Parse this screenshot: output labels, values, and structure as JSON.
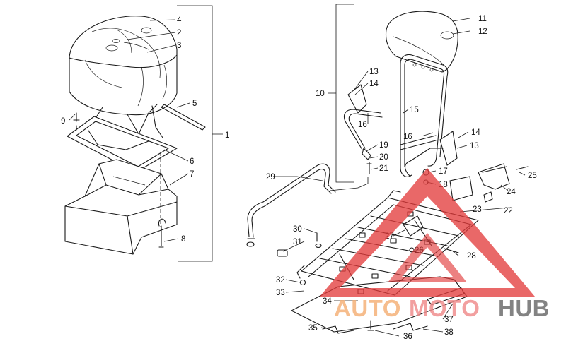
{
  "diagram": {
    "callouts": [
      "1",
      "2",
      "3",
      "4",
      "5",
      "6",
      "7",
      "8",
      "9",
      "10",
      "11",
      "12",
      "13",
      "13",
      "14",
      "14",
      "15",
      "16",
      "16",
      "17",
      "18",
      "19",
      "20",
      "21",
      "22",
      "23",
      "24",
      "25",
      "26",
      "27",
      "28",
      "29",
      "30",
      "31",
      "32",
      "33",
      "34",
      "35",
      "36",
      "37",
      "38"
    ]
  },
  "watermark": {
    "word_1": "AUTO",
    "word_2": "MOTO",
    "word_3": "HUB",
    "colors": {
      "auto": "#f5b27a",
      "moto": "#f08f8f",
      "hub": "#6e6e6e",
      "triangle": "#e23a3a"
    }
  }
}
